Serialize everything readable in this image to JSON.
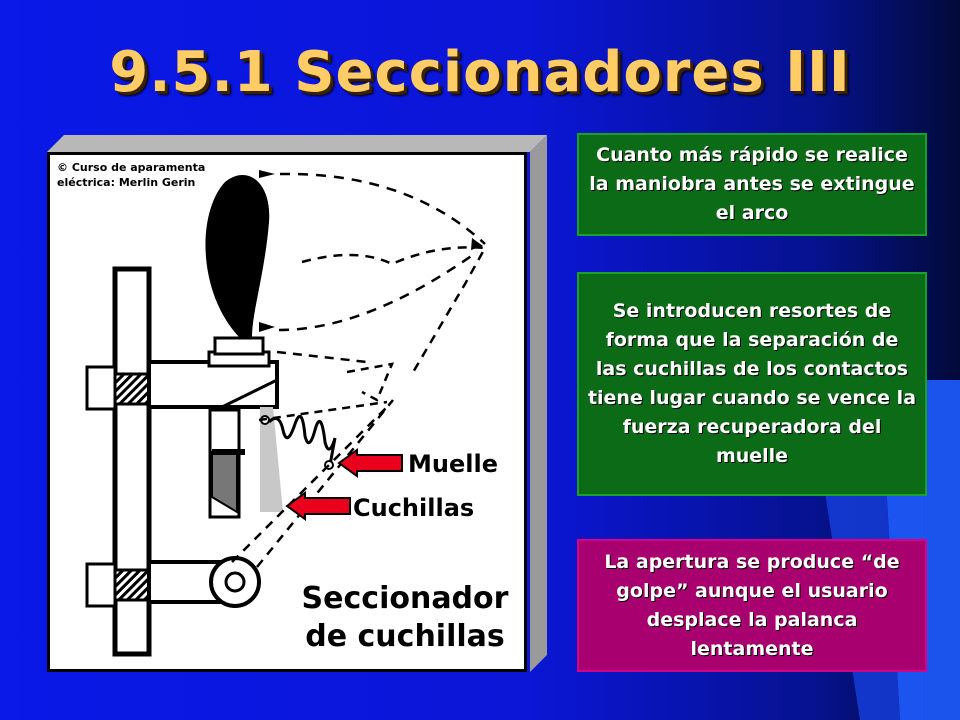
{
  "title": "9.5.1 Seccionadores III",
  "copyright": {
    "line1": "© Curso de aparamenta",
    "line2": "eléctrica: Merlin Gerin"
  },
  "diagram": {
    "muelle": "Muelle",
    "cuchillas": "Cuchillas",
    "caption_line1": "Seccionador",
    "caption_line2": "de cuchillas"
  },
  "notes": {
    "note1": "Cuanto más rápido se realice la maniobra antes se extingue el arco",
    "note2": "Se introducen resortes de forma que la separación de las cuchillas de los contactos tiene lugar cuando se vence  la fuerza recuperadora del muelle",
    "note3": "La apertura se produce “de golpe” aunque el usuario desplace la palanca lentamente"
  },
  "colors": {
    "title": "#ffcc66",
    "note_green": "#0b6b16",
    "note_magenta": "#a8006e",
    "arrow_red": "#e8001c"
  }
}
